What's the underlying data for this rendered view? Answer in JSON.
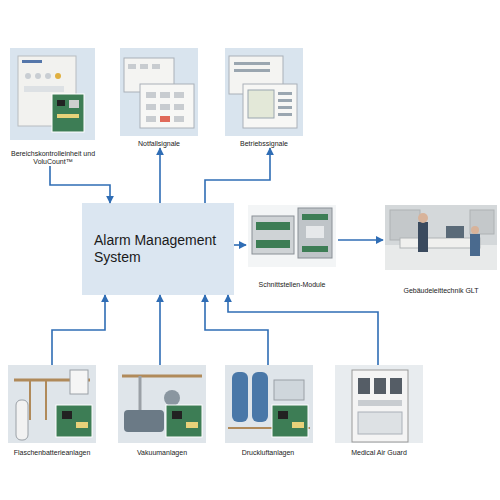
{
  "diagram": {
    "nodes": [
      {
        "text": [
          "Bereichskontrolleinheit und VoluCount™"
        ]
      },
      {
        "text": [
          "Notfallsignale"
        ]
      },
      {
        "text": [
          "Betriebssignale"
        ]
      },
      {
        "text": [
          "Alarm Management System"
        ]
      },
      {
        "text": [
          "Schnittstellen-Module"
        ]
      },
      {
        "text": [
          "Gebäudeleittechnik GLT"
        ]
      },
      {
        "text": [
          "Flaschenbatterieanlagen"
        ]
      },
      {
        "text": [
          "Vakuumanlagen"
        ]
      },
      {
        "text": [
          "Druckluftanlagen"
        ]
      },
      {
        "text": [
          "Medical Air Guard"
        ]
      }
    ],
    "edges": [
      {
        "from": 0,
        "to": 3,
        "arrow": "to"
      },
      {
        "from": 3,
        "to": 1,
        "arrow": "to"
      },
      {
        "from": 3,
        "to": 2,
        "arrow": "to"
      },
      {
        "from": 3,
        "to": 4,
        "arrow": "to"
      },
      {
        "from": 4,
        "to": 5,
        "arrow": "to"
      },
      {
        "from": 6,
        "to": 3,
        "arrow": "to"
      },
      {
        "from": 7,
        "to": 3,
        "arrow": "to"
      },
      {
        "from": 8,
        "to": 3,
        "arrow": "to"
      },
      {
        "from": 9,
        "to": 3,
        "arrow": "to"
      }
    ]
  }
}
